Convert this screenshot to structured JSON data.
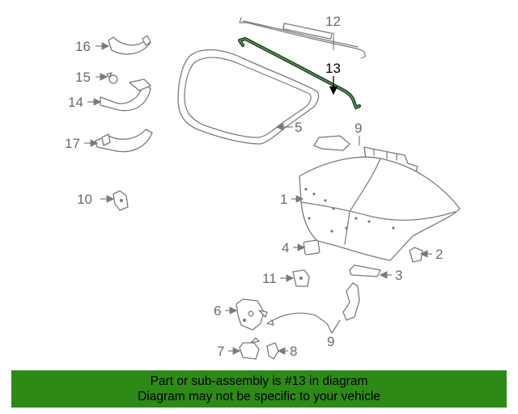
{
  "callouts": {
    "c1": "1",
    "c2": "2",
    "c3": "3",
    "c4": "4",
    "c5": "5",
    "c6": "6",
    "c7": "7",
    "c8": "8",
    "c9a": "9",
    "c9b": "9",
    "c10": "10",
    "c11": "11",
    "c12": "12",
    "c13": "13",
    "c14": "14",
    "c15": "15",
    "c16": "16",
    "c17": "17"
  },
  "highlight_part": "13",
  "colors": {
    "highlight_part": "#2f6b2f",
    "banner": "#2e8a17",
    "line": "#7a7a7a"
  },
  "banner": {
    "line1": "Part or sub-assembly is #13 in diagram",
    "line2": "Diagram may not be specific to your vehicle"
  }
}
